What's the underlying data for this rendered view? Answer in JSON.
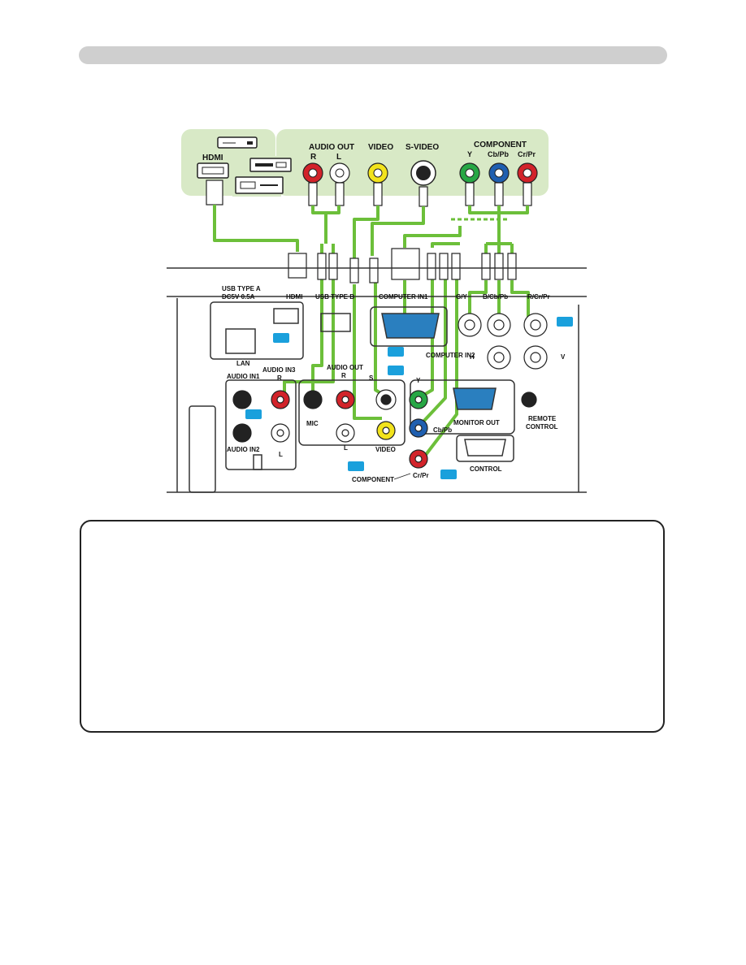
{
  "labels": {
    "hdmi_src": "HDMI",
    "audio_out_src": "AUDIO OUT",
    "r_src": "R",
    "l_src": "L",
    "video_src": "VIDEO",
    "svideo_src": "S-VIDEO",
    "component_src": "COMPONENT",
    "y_src": "Y",
    "cbpb_src": "Cb/Pb",
    "crpr_src": "Cr/Pr",
    "usb_type_a": "USB TYPE A",
    "usb_power": "DC5V 0.5A",
    "hdmi_port": "HDMI",
    "usb_type_b": "USB TYPE B",
    "computer_in1": "COMPUTER IN1",
    "g_y": "G/Y",
    "b_cb_pb": "B/Cb/Pb",
    "r_cr_pr": "R/Cr/Pr",
    "lan": "LAN",
    "computer_in2": "COMPUTER IN2",
    "h": "H",
    "v": "V",
    "audio_in1": "AUDIO IN1",
    "audio_in3": "AUDIO IN3",
    "r_in3": "R",
    "audio_out_port": "AUDIO OUT",
    "r_ao": "R",
    "s_video_port": "S",
    "y_port": "Y",
    "cb_pb_port": "Cb/Pb",
    "monitor_out": "MONITOR OUT",
    "remote_control_1": "REMOTE",
    "remote_control_2": "CONTROL",
    "mic": "MIC",
    "l_ao": "L",
    "video_port": "VIDEO",
    "audio_in2": "AUDIO IN2",
    "l_in3": "L",
    "cr_pr_port": "Cr/Pr",
    "component_port": "COMPONENT",
    "control": "CONTROL"
  },
  "colors": {
    "cable": "#6cbf3a",
    "source_panel": "#d8e9c6",
    "red_jack": "#d2232a",
    "white_jack": "#ffffff",
    "yellow_jack": "#f2e31c",
    "green_jack": "#27a745",
    "blue_jack": "#1f5fb0",
    "vga_blue": "#2a7fbf",
    "book_icon": "#1aa0dc"
  }
}
